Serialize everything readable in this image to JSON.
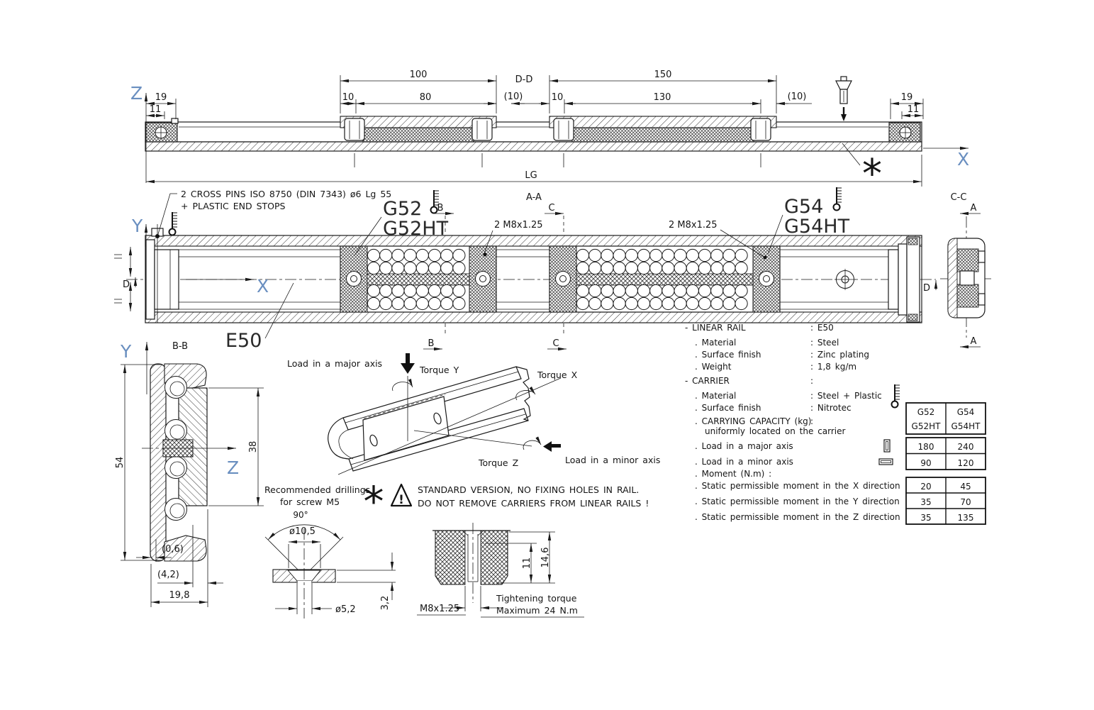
{
  "colors": {
    "line": "#1a1a1a",
    "axis_label": "#6a8fc0",
    "background": "#ffffff"
  },
  "axes": {
    "z": "Z",
    "x": "X",
    "y": "Y"
  },
  "top_view": {
    "dim_19_left": "19",
    "dim_11_left": "11",
    "dim_100": "100",
    "dim_10_a": "10",
    "dim_80": "80",
    "section_dd": "D-D",
    "dim_10_paren_left": "(10)",
    "dim_150": "150",
    "dim_10_b": "10",
    "dim_130": "130",
    "dim_10_paren_right": "(10)",
    "dim_19_right": "19",
    "dim_11_right": "11",
    "dim_lg": "LG",
    "asterisk": "*"
  },
  "main_view": {
    "note_line1": "2 CROSS PINS ISO 8750 (DIN 7343) ø6 Lg 55",
    "note_line2": "+ PLASTIC END STOPS",
    "label_g52": "G52",
    "label_g52ht": "G52HT",
    "label_g54": "G54",
    "label_g54ht": "G54HT",
    "section_aa": "A-A",
    "marker_b": "B",
    "marker_c": "C",
    "marker_a": "A",
    "marker_d": "D",
    "bolt_label": "2 M8x1.25",
    "label_e50": "E50",
    "section_cc": "C-C",
    "section_bb": "B-B"
  },
  "section_bb": {
    "dim_54": "54",
    "dim_38": "38",
    "dim_0_6": "(0,6)",
    "dim_4_2": "(4,2)",
    "dim_19_8": "19,8"
  },
  "torque_diagram": {
    "load_major": "Load in a major axis",
    "torque_y": "Torque Y",
    "torque_x": "Torque X",
    "torque_z": "Torque Z",
    "load_minor": "Load in a minor axis"
  },
  "warning": {
    "asterisk": "*",
    "exclamation": "!",
    "line1": "STANDARD VERSION, NO FIXING HOLES IN RAIL.",
    "line2": "DO NOT REMOVE CARRIERS FROM LINEAR RAILS !"
  },
  "drilling": {
    "title_line1": "Recommended drillings",
    "title_line2": "for screw M5",
    "angle": "90°",
    "dia_countersink": "ø10,5",
    "dia_hole": "ø5,2",
    "thickness": "3,2"
  },
  "nut_detail": {
    "thread": "M8x1.25",
    "dim_depth": "11",
    "dim_height": "14,6",
    "torque_line1": "Tightening torque",
    "torque_line2": "Maximum 24 N.m"
  },
  "specs": {
    "rows": [
      {
        "label": "-  LINEAR RAIL",
        "value": ": E50"
      },
      {
        "label": ".  Material",
        "value": ": Steel"
      },
      {
        "label": ".  Surface finish",
        "value": ": Zinc plating"
      },
      {
        "label": ".  Weight",
        "value": ": 1,8 kg/m"
      },
      {
        "label": "-  CARRIER",
        "value": ":"
      },
      {
        "label": ".  Material",
        "value": ": Steel + Plastic"
      },
      {
        "label": ".  Surface finish",
        "value": ": Nitrotec"
      },
      {
        "label": ".  CARRYING CAPACITY (kg)",
        "value": ":"
      },
      {
        "label": "uniformly located on the carrier",
        "value": ""
      },
      {
        "label": ".  Load in a major axis",
        "value": ""
      },
      {
        "label": ".  Load in a minor axis",
        "value": ""
      },
      {
        "label": ".  Moment (N.m) :",
        "value": ""
      },
      {
        "label": ".  Static permissible moment in the X direction",
        "value": ""
      },
      {
        "label": ".  Static permissible moment in the Y direction",
        "value": ""
      },
      {
        "label": ".  Static permissible moment in the Z direction",
        "value": ""
      }
    ]
  },
  "table": {
    "col1_line1": "G52",
    "col1_line2": "G52HT",
    "col2_line1": "G54",
    "col2_line2": "G54HT",
    "rows": [
      [
        "180",
        "240"
      ],
      [
        "90",
        "120"
      ],
      [
        "20",
        "45"
      ],
      [
        "35",
        "70"
      ],
      [
        "35",
        "135"
      ]
    ]
  }
}
